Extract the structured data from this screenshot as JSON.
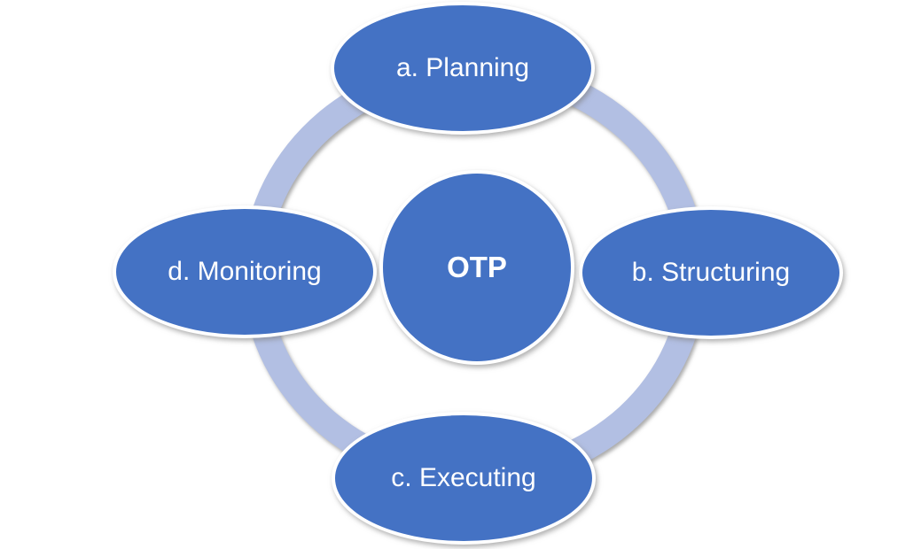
{
  "diagram": {
    "type": "cycle",
    "center_label": "OTP",
    "nodes": [
      {
        "label": "a. Planning",
        "position": "top"
      },
      {
        "label": "b. Structuring",
        "position": "right"
      },
      {
        "label": "c. Executing",
        "position": "bottom"
      },
      {
        "label": "d. Monitoring",
        "position": "left"
      }
    ],
    "colors": {
      "node_fill": "#4472C4",
      "node_outline": "#FFFFFF",
      "ring": "#B2BFE3",
      "text": "#FFFFFF",
      "background": "#FFFFFF",
      "shadow": "#7D7D7D"
    }
  }
}
